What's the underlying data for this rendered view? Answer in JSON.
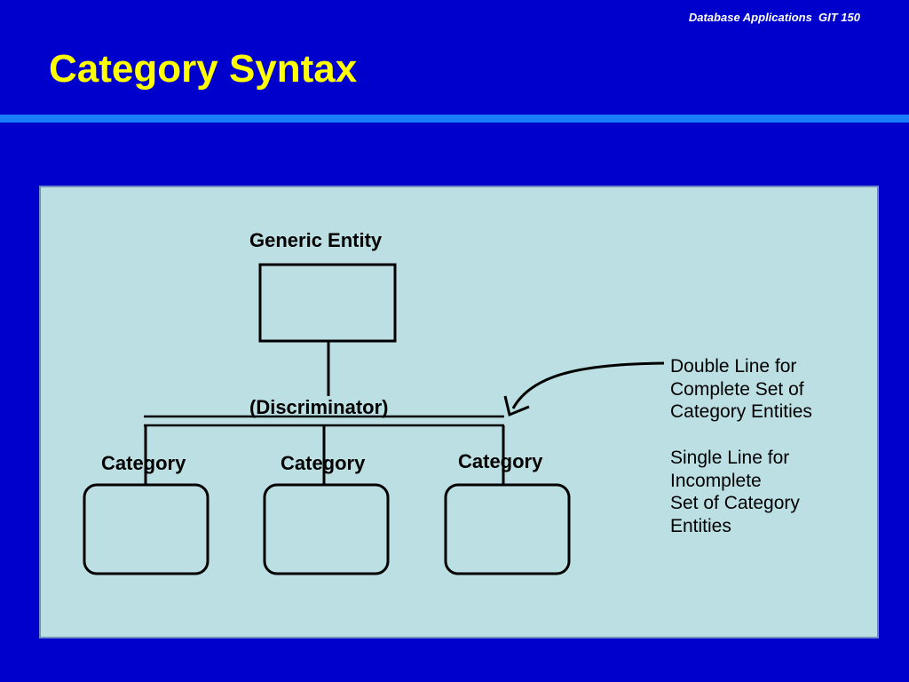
{
  "header": {
    "course_label": "Database Applications  GIT 150"
  },
  "slide": {
    "title": "Category Syntax"
  },
  "diagram": {
    "generic_entity_label": "Generic Entity",
    "discriminator_label": "(Discriminator)",
    "categories": [
      {
        "label": "Category"
      },
      {
        "label": "Category"
      },
      {
        "label": "Category"
      }
    ],
    "notes": {
      "complete": {
        "lines": [
          "Double Line for",
          "Complete Set of",
          "Category Entities"
        ]
      },
      "incomplete": {
        "lines": [
          "Single Line for",
          "Incomplete",
          "Set of Category",
          "Entities"
        ]
      }
    }
  },
  "colors": {
    "background": "#0000cc",
    "title": "#ffff00",
    "rule": "#1a7cff",
    "panel": "#bbdfe2"
  }
}
